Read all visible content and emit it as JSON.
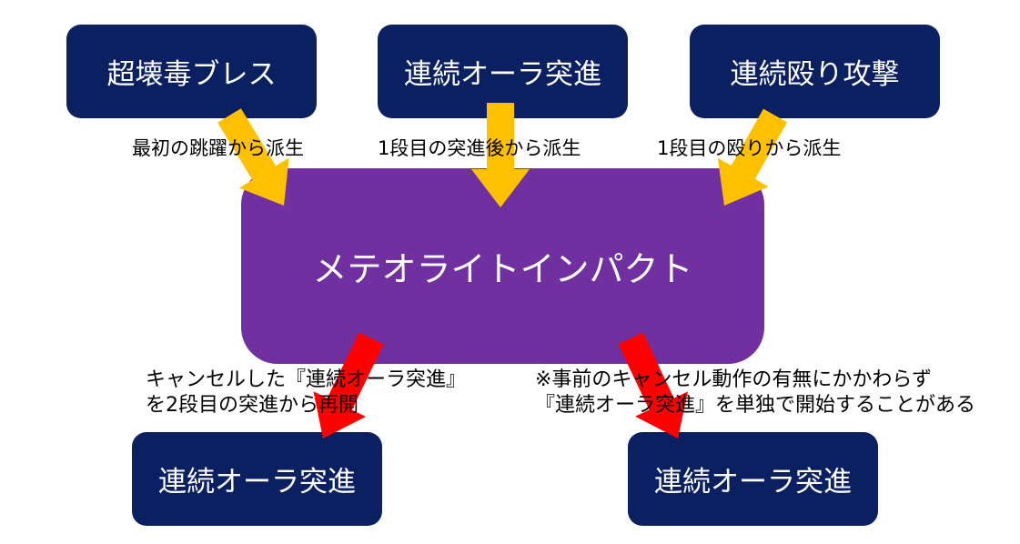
{
  "top_boxes": [
    {
      "label": "超壊毒ブレス",
      "edge_label": "最初の跳躍から派生"
    },
    {
      "label": "連続オーラ突進",
      "edge_label": "1段目の突進後から派生"
    },
    {
      "label": "連続殴り攻撃",
      "edge_label": "1段目の殴りから派生"
    }
  ],
  "center_box": {
    "label": "メテオライトインパクト"
  },
  "bottom_boxes": [
    {
      "label": "連続オーラ突進",
      "note_line1": "キャンセルした『連続オーラ突進』",
      "note_line2": "を2段目の突進から再開"
    },
    {
      "label": "連続オーラ突進",
      "note_line1": "※事前のキャンセル動作の有無にかかわらず",
      "note_line2": "『連続オーラ突進』を単独で開始することがある"
    }
  ],
  "colors": {
    "box": "#0b2060",
    "center": "#7030a0",
    "in_arrow": "#ffc000",
    "out_arrow": "#ff0000"
  }
}
